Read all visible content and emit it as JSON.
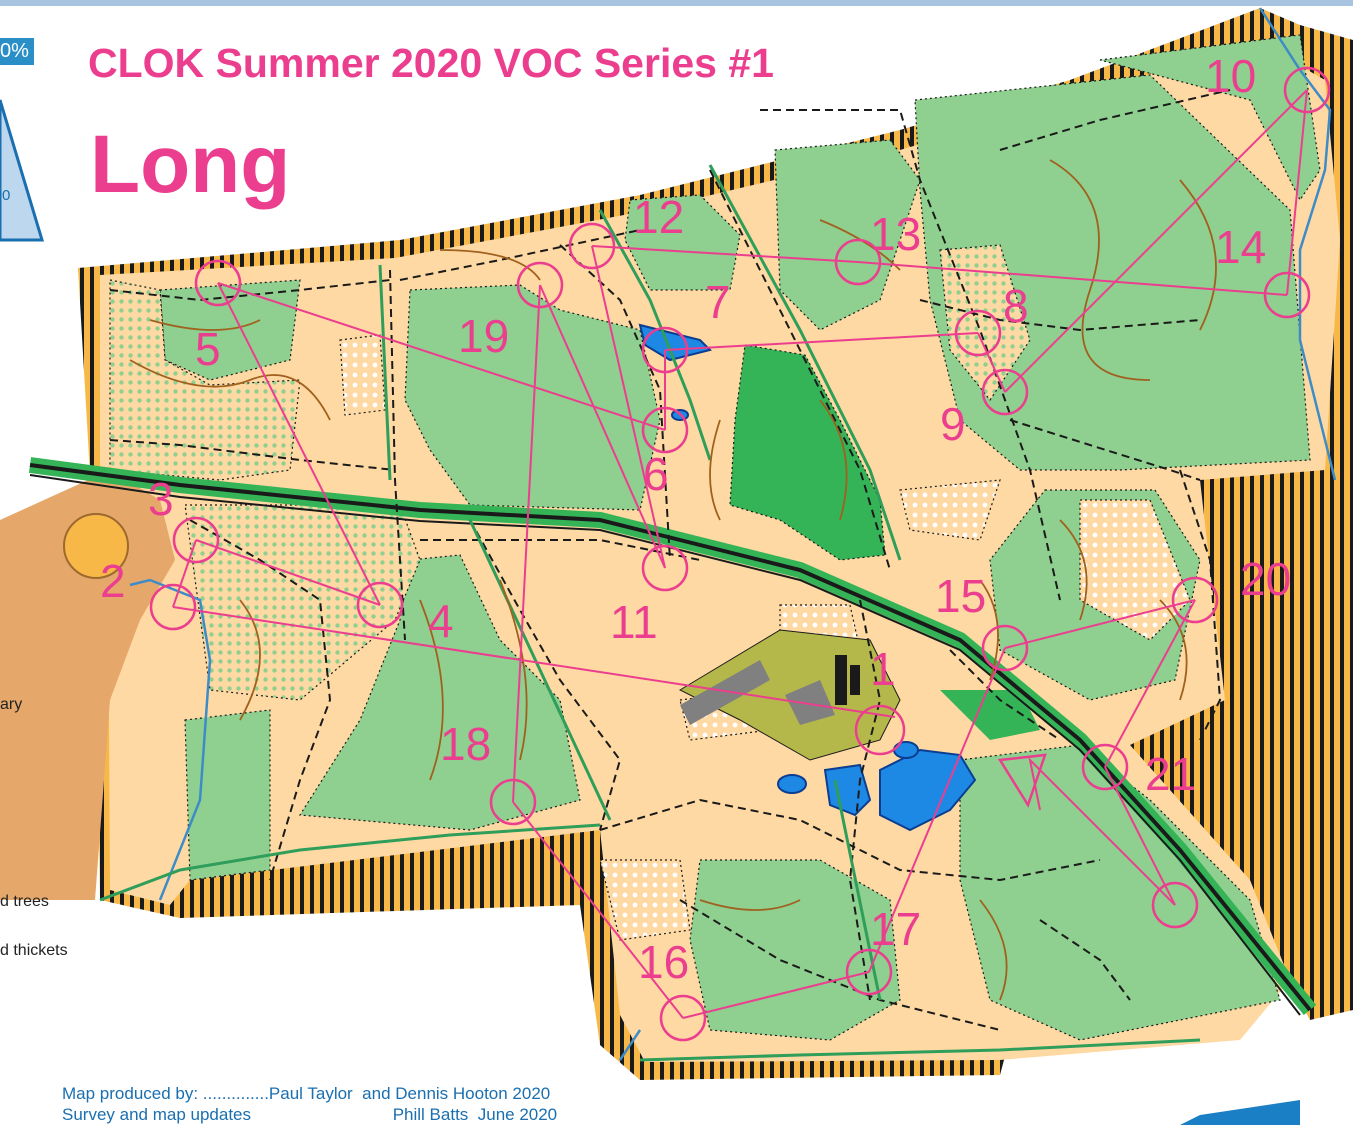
{
  "header": {
    "title": "CLOK Summer 2020 VOC Series #1",
    "course": "Long",
    "scale_badge": "0%",
    "triangle_partial": "0"
  },
  "legend": {
    "item1": "ary",
    "item2": "d trees",
    "item3": "d thickets"
  },
  "credits": {
    "line1": "Map produced by: ..............Paul Taylor  and Dennis Hooton 2020",
    "line2": "Survey and map updates                              Phill Batts  June 2020"
  },
  "controls": [
    {
      "number": "1"
    },
    {
      "number": "2"
    },
    {
      "number": "3"
    },
    {
      "number": "4"
    },
    {
      "number": "5"
    },
    {
      "number": "6"
    },
    {
      "number": "7"
    },
    {
      "number": "8"
    },
    {
      "number": "9"
    },
    {
      "number": "10"
    },
    {
      "number": "11"
    },
    {
      "number": "12"
    },
    {
      "number": "13"
    },
    {
      "number": "14"
    },
    {
      "number": "15"
    },
    {
      "number": "16"
    },
    {
      "number": "17"
    },
    {
      "number": "18"
    },
    {
      "number": "19"
    },
    {
      "number": "20"
    },
    {
      "number": "21"
    }
  ],
  "colors": {
    "course": "#ec3e8f",
    "open": "#ffd9a3",
    "forest": "#8fcf8f",
    "dense": "#35b357",
    "water": "#1e88e5",
    "out_of_bounds": "#000000",
    "track": "#f29a2e"
  }
}
